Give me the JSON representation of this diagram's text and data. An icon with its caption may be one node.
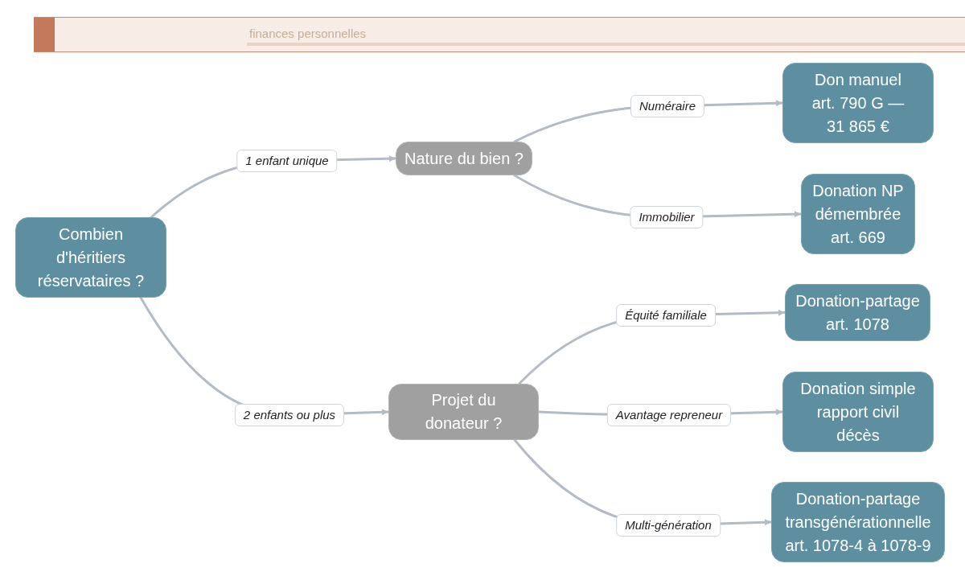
{
  "diagram": {
    "nodes": [
      {
        "text": [
          "Combien d'héritiers réservataires ?"
        ]
      },
      {
        "text": [
          "Nature du bien ?"
        ]
      },
      {
        "text": [
          "Projet du donateur ?"
        ]
      },
      {
        "text": [
          "Don manuel art. 790 G — 31 865 €"
        ]
      },
      {
        "text": [
          "Donation NP démembrée art. 669"
        ]
      },
      {
        "text": [
          "Donation-partage art. 1078"
        ]
      },
      {
        "text": [
          "Donation simple rapport civil décès"
        ]
      },
      {
        "text": [
          "Donation-partage transgénérationnelle art. 1078-4 à 1078-9"
        ]
      }
    ],
    "edges": [
      {
        "from": 0,
        "to": 1,
        "arrow": "to",
        "label": "1 enfant unique"
      },
      {
        "from": 0,
        "to": 2,
        "arrow": "to",
        "label": "2 enfants ou plus"
      },
      {
        "from": 1,
        "to": 3,
        "arrow": "to",
        "label": "Numéraire"
      },
      {
        "from": 1,
        "to": 4,
        "arrow": "to",
        "label": "Immobilier"
      },
      {
        "from": 2,
        "to": 5,
        "arrow": "to",
        "label": "Équité familiale"
      },
      {
        "from": 2,
        "to": 6,
        "arrow": "to",
        "label": "Avantage repreneur"
      },
      {
        "from": 2,
        "to": 7,
        "arrow": "to",
        "label": "Multi-génération"
      }
    ],
    "labels": [
      "finances personnelles"
    ]
  }
}
